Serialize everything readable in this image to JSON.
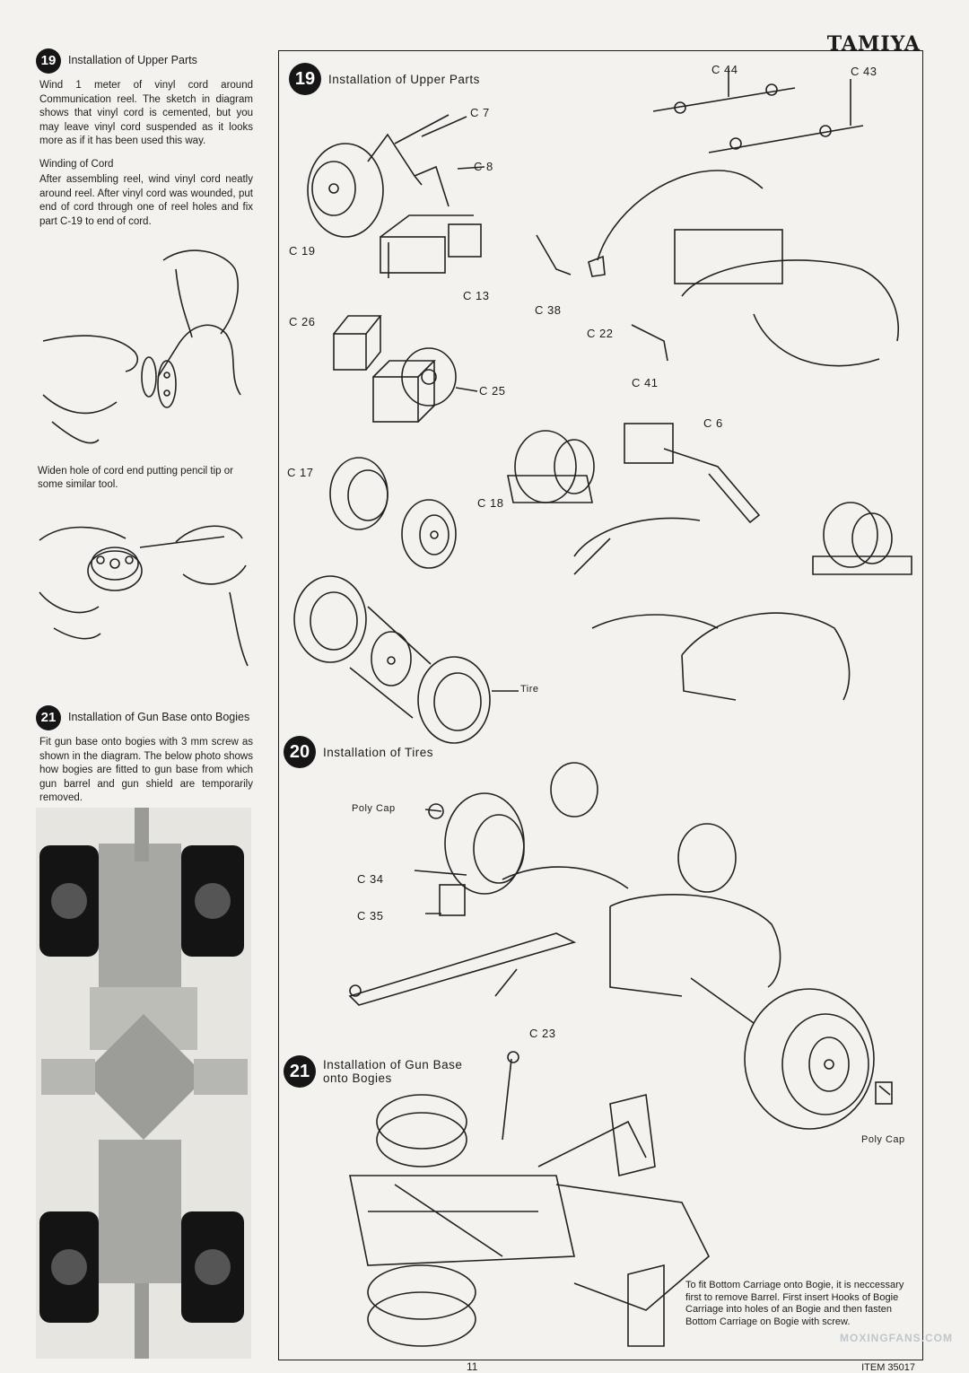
{
  "brand": "TAMIYA",
  "left": {
    "step19": {
      "number": "19",
      "title": "Installation of Upper Parts",
      "body": "Wind 1 meter of vinyl cord around Communication reel. The sketch in diagram shows that vinyl cord is cemented, but you may leave vinyl cord suspended as it looks more as if it has been used this way.",
      "subtitle": "Winding of Cord",
      "body2": "After assembling reel, wind vinyl cord neatly around reel. After vinyl cord was wounded, put end of cord through one of reel holes and fix part C-19 to end of cord."
    },
    "caption_widen": "Widen hole of cord end putting pencil tip or some similar tool.",
    "step21": {
      "number": "21",
      "title": "Installation of Gun Base onto Bogies",
      "body": "Fit gun base onto bogies with 3 mm screw as shown in the diagram. The below photo shows how bogies are fitted to gun base from which gun barrel and gun shield are temporarily removed."
    }
  },
  "right": {
    "step19": {
      "number": "19",
      "title": "Installation of Upper Parts"
    },
    "step20": {
      "number": "20",
      "title": "Installation of Tires"
    },
    "step21": {
      "number": "21",
      "title": "Installation of Gun Base onto Bogies"
    },
    "parts": {
      "c7": "C 7",
      "c8": "C 8",
      "c19": "C 19",
      "c13": "C 13",
      "c26": "C 26",
      "c25": "C 25",
      "c44": "C 44",
      "c43": "C 43",
      "c38": "C 38",
      "c22": "C 22",
      "c41": "C 41",
      "c6": "C 6",
      "c17": "C 17",
      "c18": "C 18",
      "tire": "Tire",
      "polycap1": "Poly Cap",
      "c34": "C 34",
      "c35": "C 35",
      "c23": "C 23",
      "polycap2": "Poly Cap"
    },
    "note": "To fit Bottom Carriage onto Bogie, it is neccessary first to remove Barrel. First insert Hooks of Bogie Carriage into holes of an Bogie and then fasten Bottom Carriage on Bogie with screw."
  },
  "footer": {
    "page": "11",
    "item": "ITEM 35017"
  },
  "watermark": "MOXINGFANS.COM"
}
